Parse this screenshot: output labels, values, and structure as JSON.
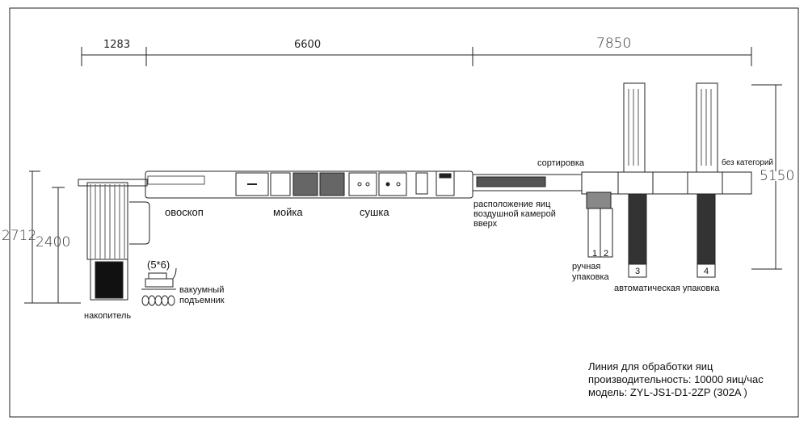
{
  "dimensions": {
    "top": [
      "1283",
      "6600",
      "7850"
    ],
    "left_outer": "2712",
    "left_inner": "2400",
    "right": "5150"
  },
  "labels": {
    "ovoscope": "овоскоп",
    "washing": "мойка",
    "drying": "сушка",
    "air_cell": [
      "расположение яиц",
      "воздушной камерой",
      "вверх"
    ],
    "sorting": "сортировка",
    "no_category": "без категорий",
    "manual_packing": [
      "ручная",
      "упаковка"
    ],
    "auto_packing": "автоматическая упаковка",
    "accumulator": "накопитель",
    "vacuum_grid": "(5*6)",
    "vacuum_lifter": [
      "вакуумный",
      "подъемник"
    ],
    "stations": [
      "1",
      "2",
      "3",
      "4"
    ]
  },
  "title_block": {
    "line1": "Линия для обработки яиц",
    "line2": "производительность: 10000 яиц/час",
    "line3": "модель: ZYL-JS1-D1-2ZP (302A )"
  }
}
